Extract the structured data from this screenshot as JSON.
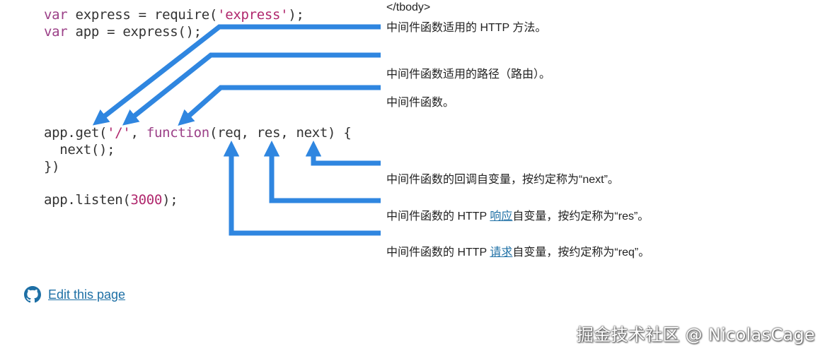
{
  "code": {
    "line1": {
      "kw": "var",
      "mid": " express = require(",
      "str": "'express'",
      "end": ");"
    },
    "line2": {
      "kw": "var",
      "mid": " app = express();"
    },
    "line3": {
      "a": "app.get(",
      "str": "'/'",
      "b": ", ",
      "kw": "function",
      "c": "(req, res, next) {"
    },
    "line4": "  next();",
    "line5": "})",
    "line6": {
      "a": "app.listen(",
      "num": "3000",
      "b": ");"
    }
  },
  "annotations": {
    "top_fragment": "</tbody>",
    "method": "中间件函数适用的 HTTP 方法。",
    "path": "中间件函数适用的路径（路由）。",
    "middleware": "中间件函数。",
    "next": "中间件函数的回调自变量，按约定称为“next”。",
    "res": {
      "pre": "中间件函数的 HTTP ",
      "link": "响应",
      "post": "自变量，按约定称为“res”。"
    },
    "req": {
      "pre": "中间件函数的 HTTP ",
      "link": "请求",
      "post": "自变量，按约定称为“req”。"
    }
  },
  "footer": {
    "edit_link": "Edit this page",
    "icon": "github-icon"
  },
  "watermark": "掘金技术社区 @ NicolasCage",
  "colors": {
    "arrow": "#2f86e0",
    "link": "#1d6fa5",
    "keyword": "#9b3f87",
    "string": "#b0276d"
  }
}
